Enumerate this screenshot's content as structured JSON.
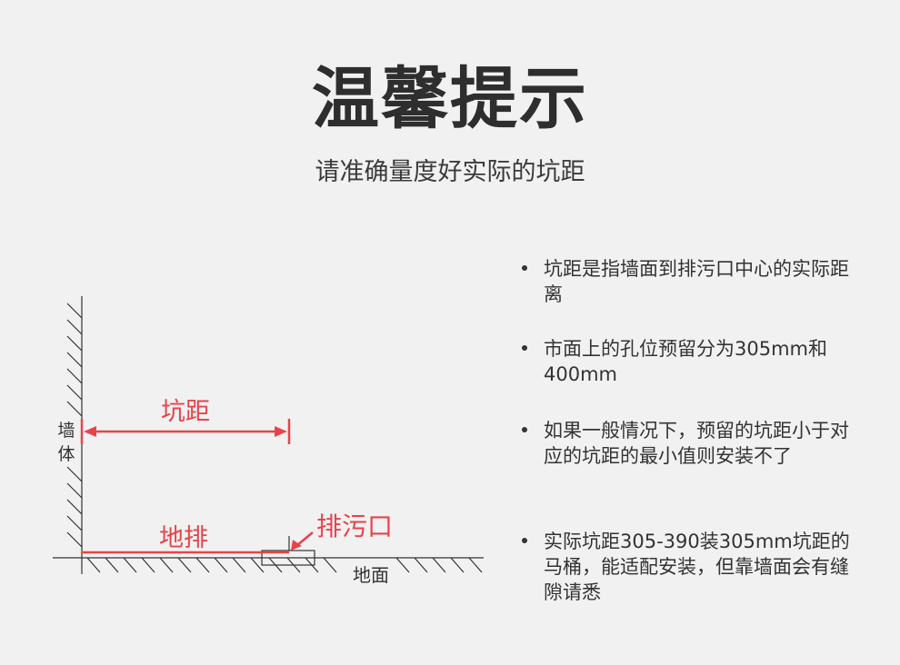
{
  "header": {
    "title": "温馨提示",
    "subtitle": "请准确量度好实际的坑距"
  },
  "diagram": {
    "wall_label": "墙体",
    "pit_distance_label": "坑距",
    "floor_drain_label": "地排",
    "outlet_label": "排污口",
    "floor_label": "地面",
    "accent_color": "#e8434a",
    "line_color": "#333333"
  },
  "tips": [
    {
      "text": "坑距是指墙面到排污口中心的实际距离"
    },
    {
      "text": "市面上的孔位预留分为305mm和400mm"
    },
    {
      "text": "如果一般情况下，预留的坑距小于对应的坑距的最小值则安装不了"
    },
    {
      "text": "实际坑距305-390装305mm坑距的马桶，能适配安装，但靠墙面会有缝隙请悉"
    }
  ]
}
